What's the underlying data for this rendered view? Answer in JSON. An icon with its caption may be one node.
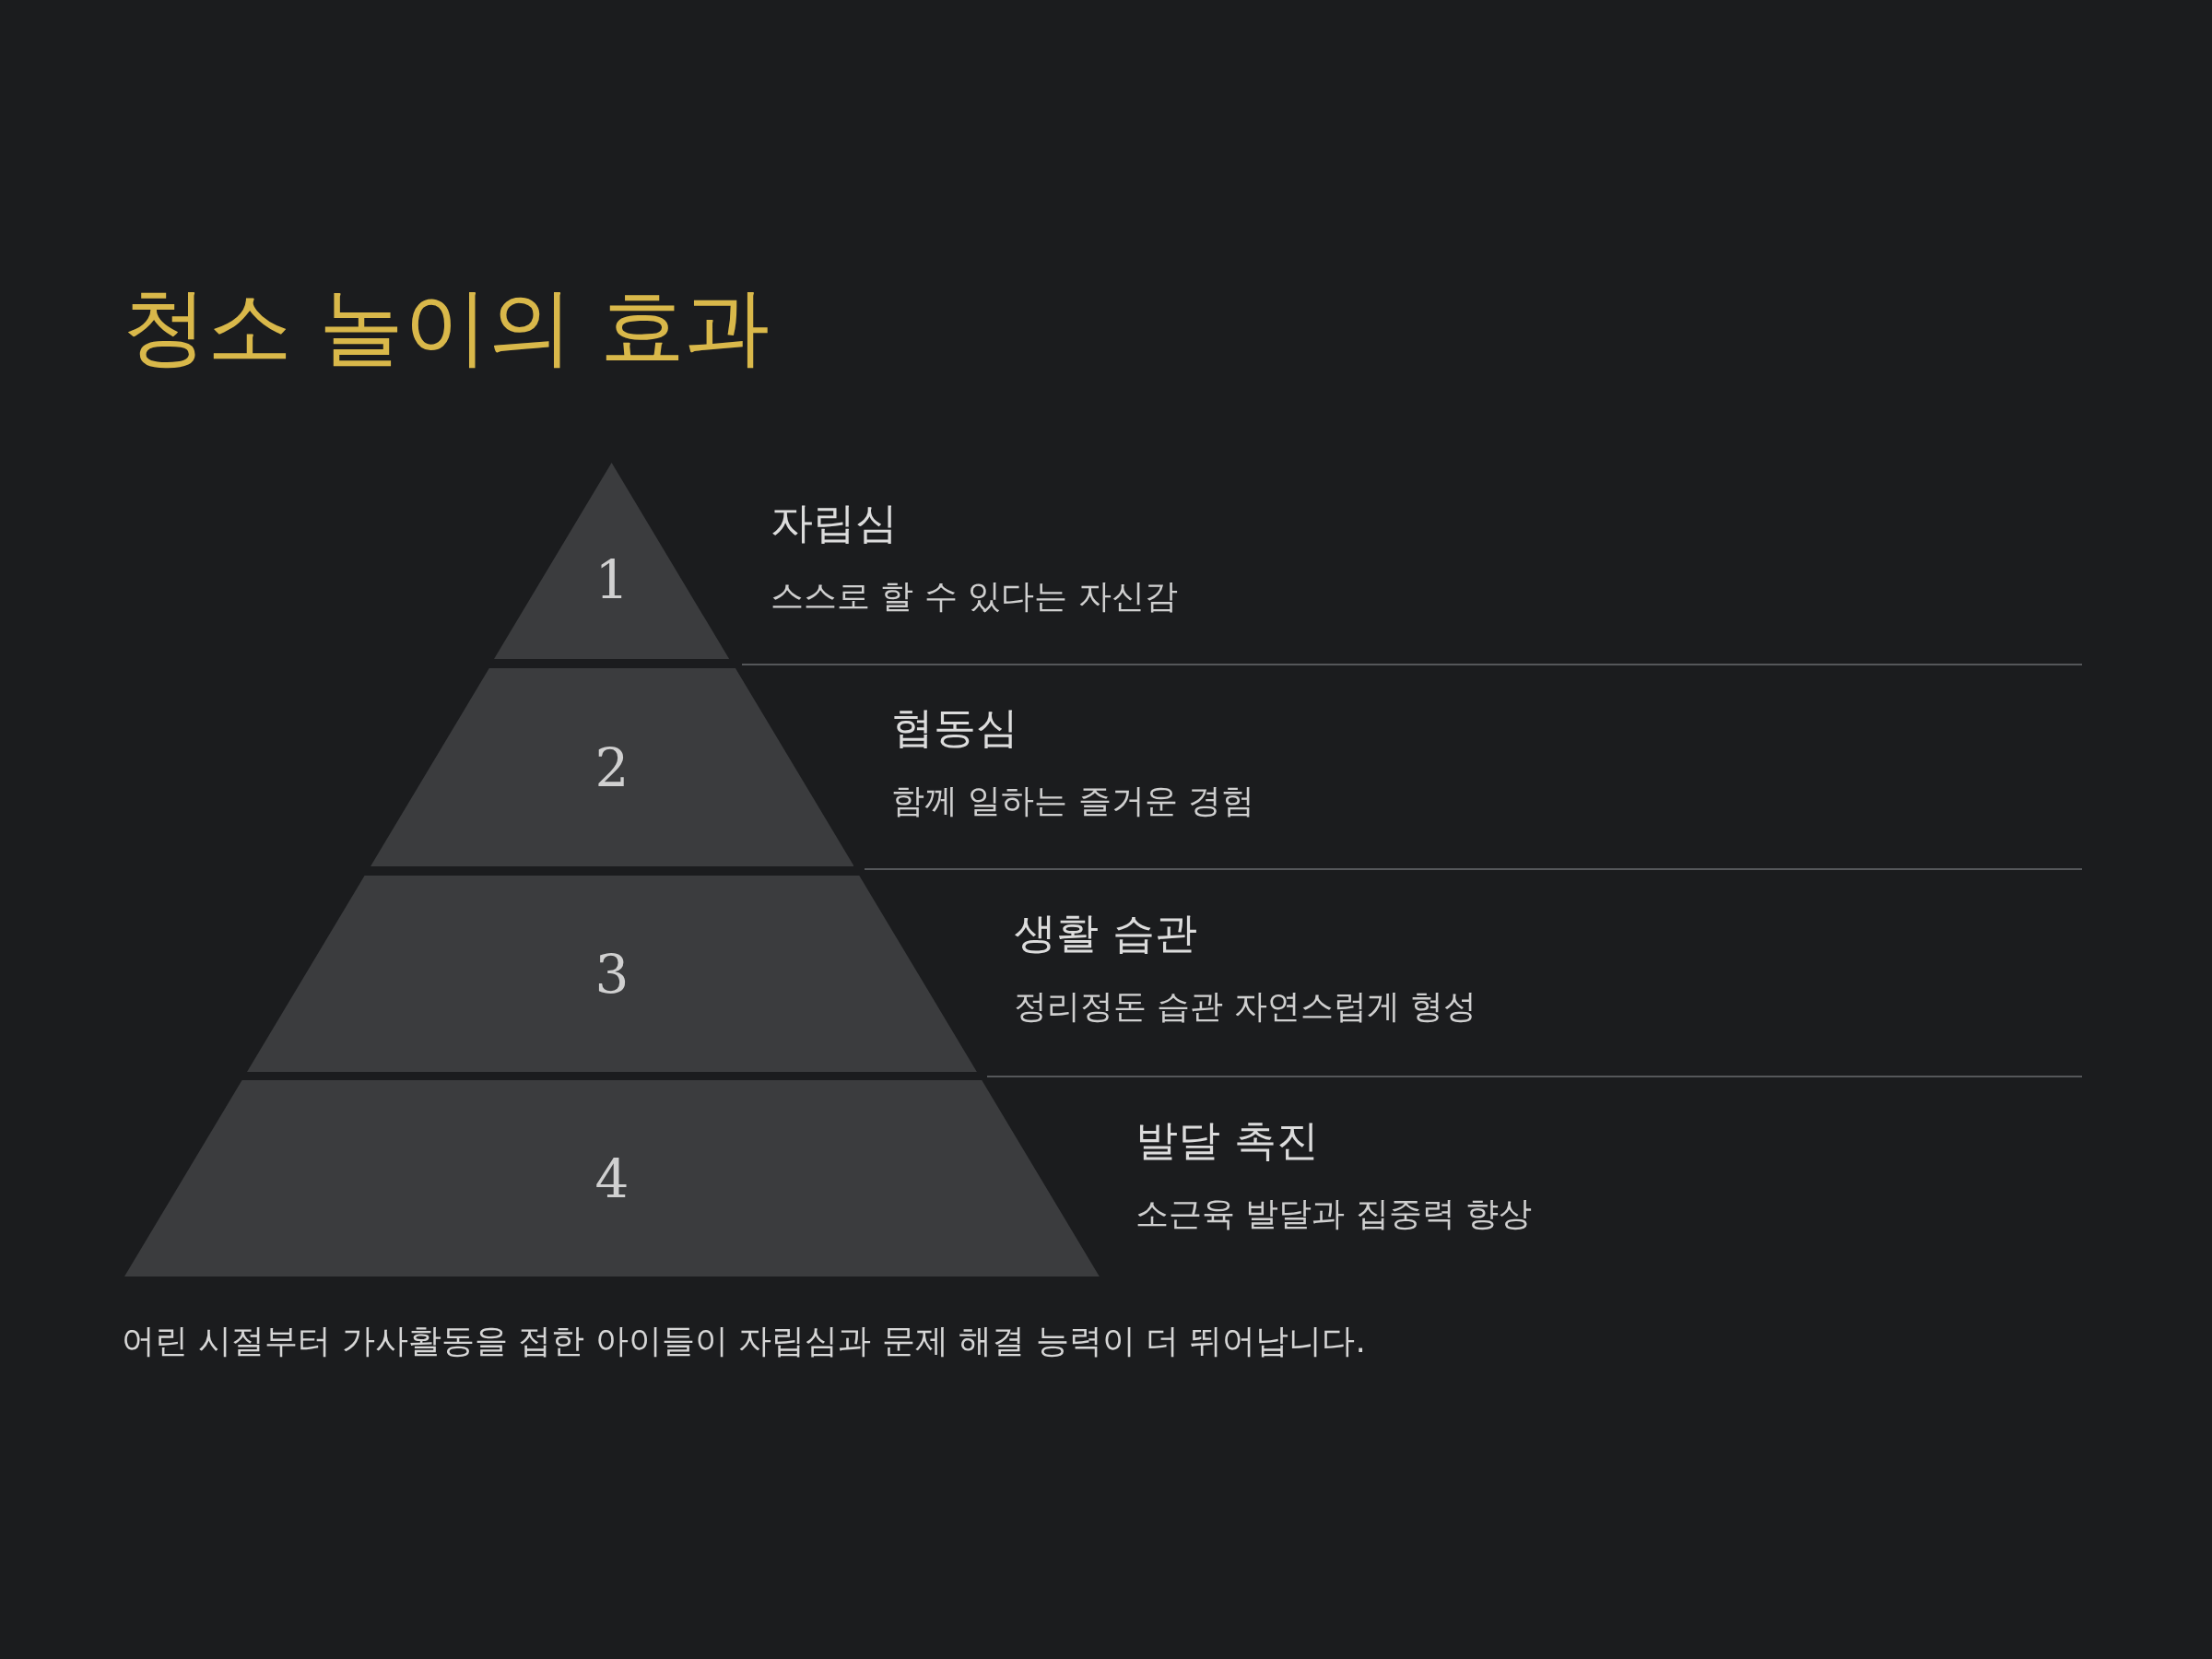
{
  "diagram": {
    "title": "청소 놀이의 효과",
    "nodes": [
      {
        "text": [
          "1"
        ],
        "beside": [
          "자립심",
          "스스로 할 수 있다는 자신감"
        ]
      },
      {
        "text": [
          "2"
        ],
        "beside": [
          "협동심",
          "함께 일하는 즐거운 경험"
        ]
      },
      {
        "text": [
          "3"
        ],
        "beside": [
          "생활 습관",
          "정리정돈 습관 자연스럽게 형성"
        ]
      },
      {
        "text": [
          "4"
        ],
        "beside": [
          "발달 촉진",
          "소근육 발달과 집중력 향상"
        ]
      }
    ],
    "caption": "어린 시절부터 가사활동을 접한 아이들이 자립심과 문제 해결 능력이 더 뛰어납니다."
  }
}
